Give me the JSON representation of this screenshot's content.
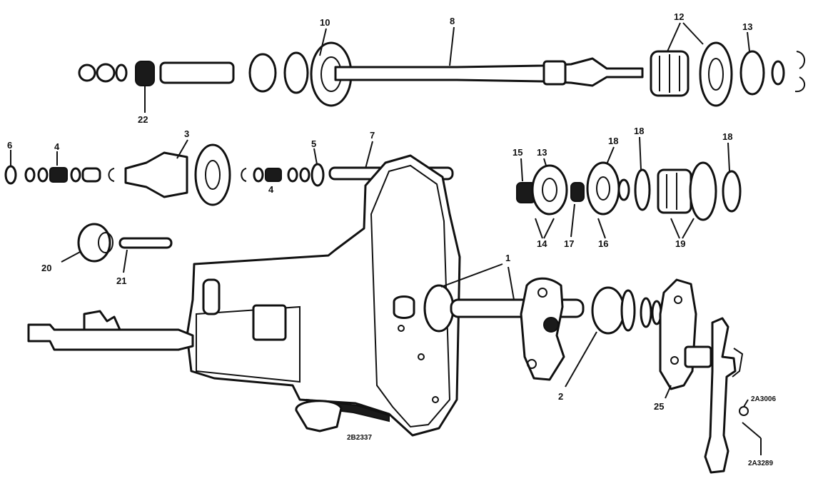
{
  "labels": {
    "l1": "1",
    "l2": "2",
    "l3": "3",
    "l4a": "4",
    "l4b": "4",
    "l5": "5",
    "l6": "6",
    "l7": "7",
    "l8": "8",
    "l10": "10",
    "l12": "12",
    "l13a": "13",
    "l13b": "13",
    "l14": "14",
    "l15": "15",
    "l16": "16",
    "l17": "17",
    "l18a": "18",
    "l18b": "18",
    "l18c": "18",
    "l19": "19",
    "l20": "20",
    "l21": "21",
    "l22": "22",
    "l25": "25",
    "part_2a3006": "2A3006",
    "part_2a3289": "2A3289",
    "part_2b2337": "2B2337"
  }
}
